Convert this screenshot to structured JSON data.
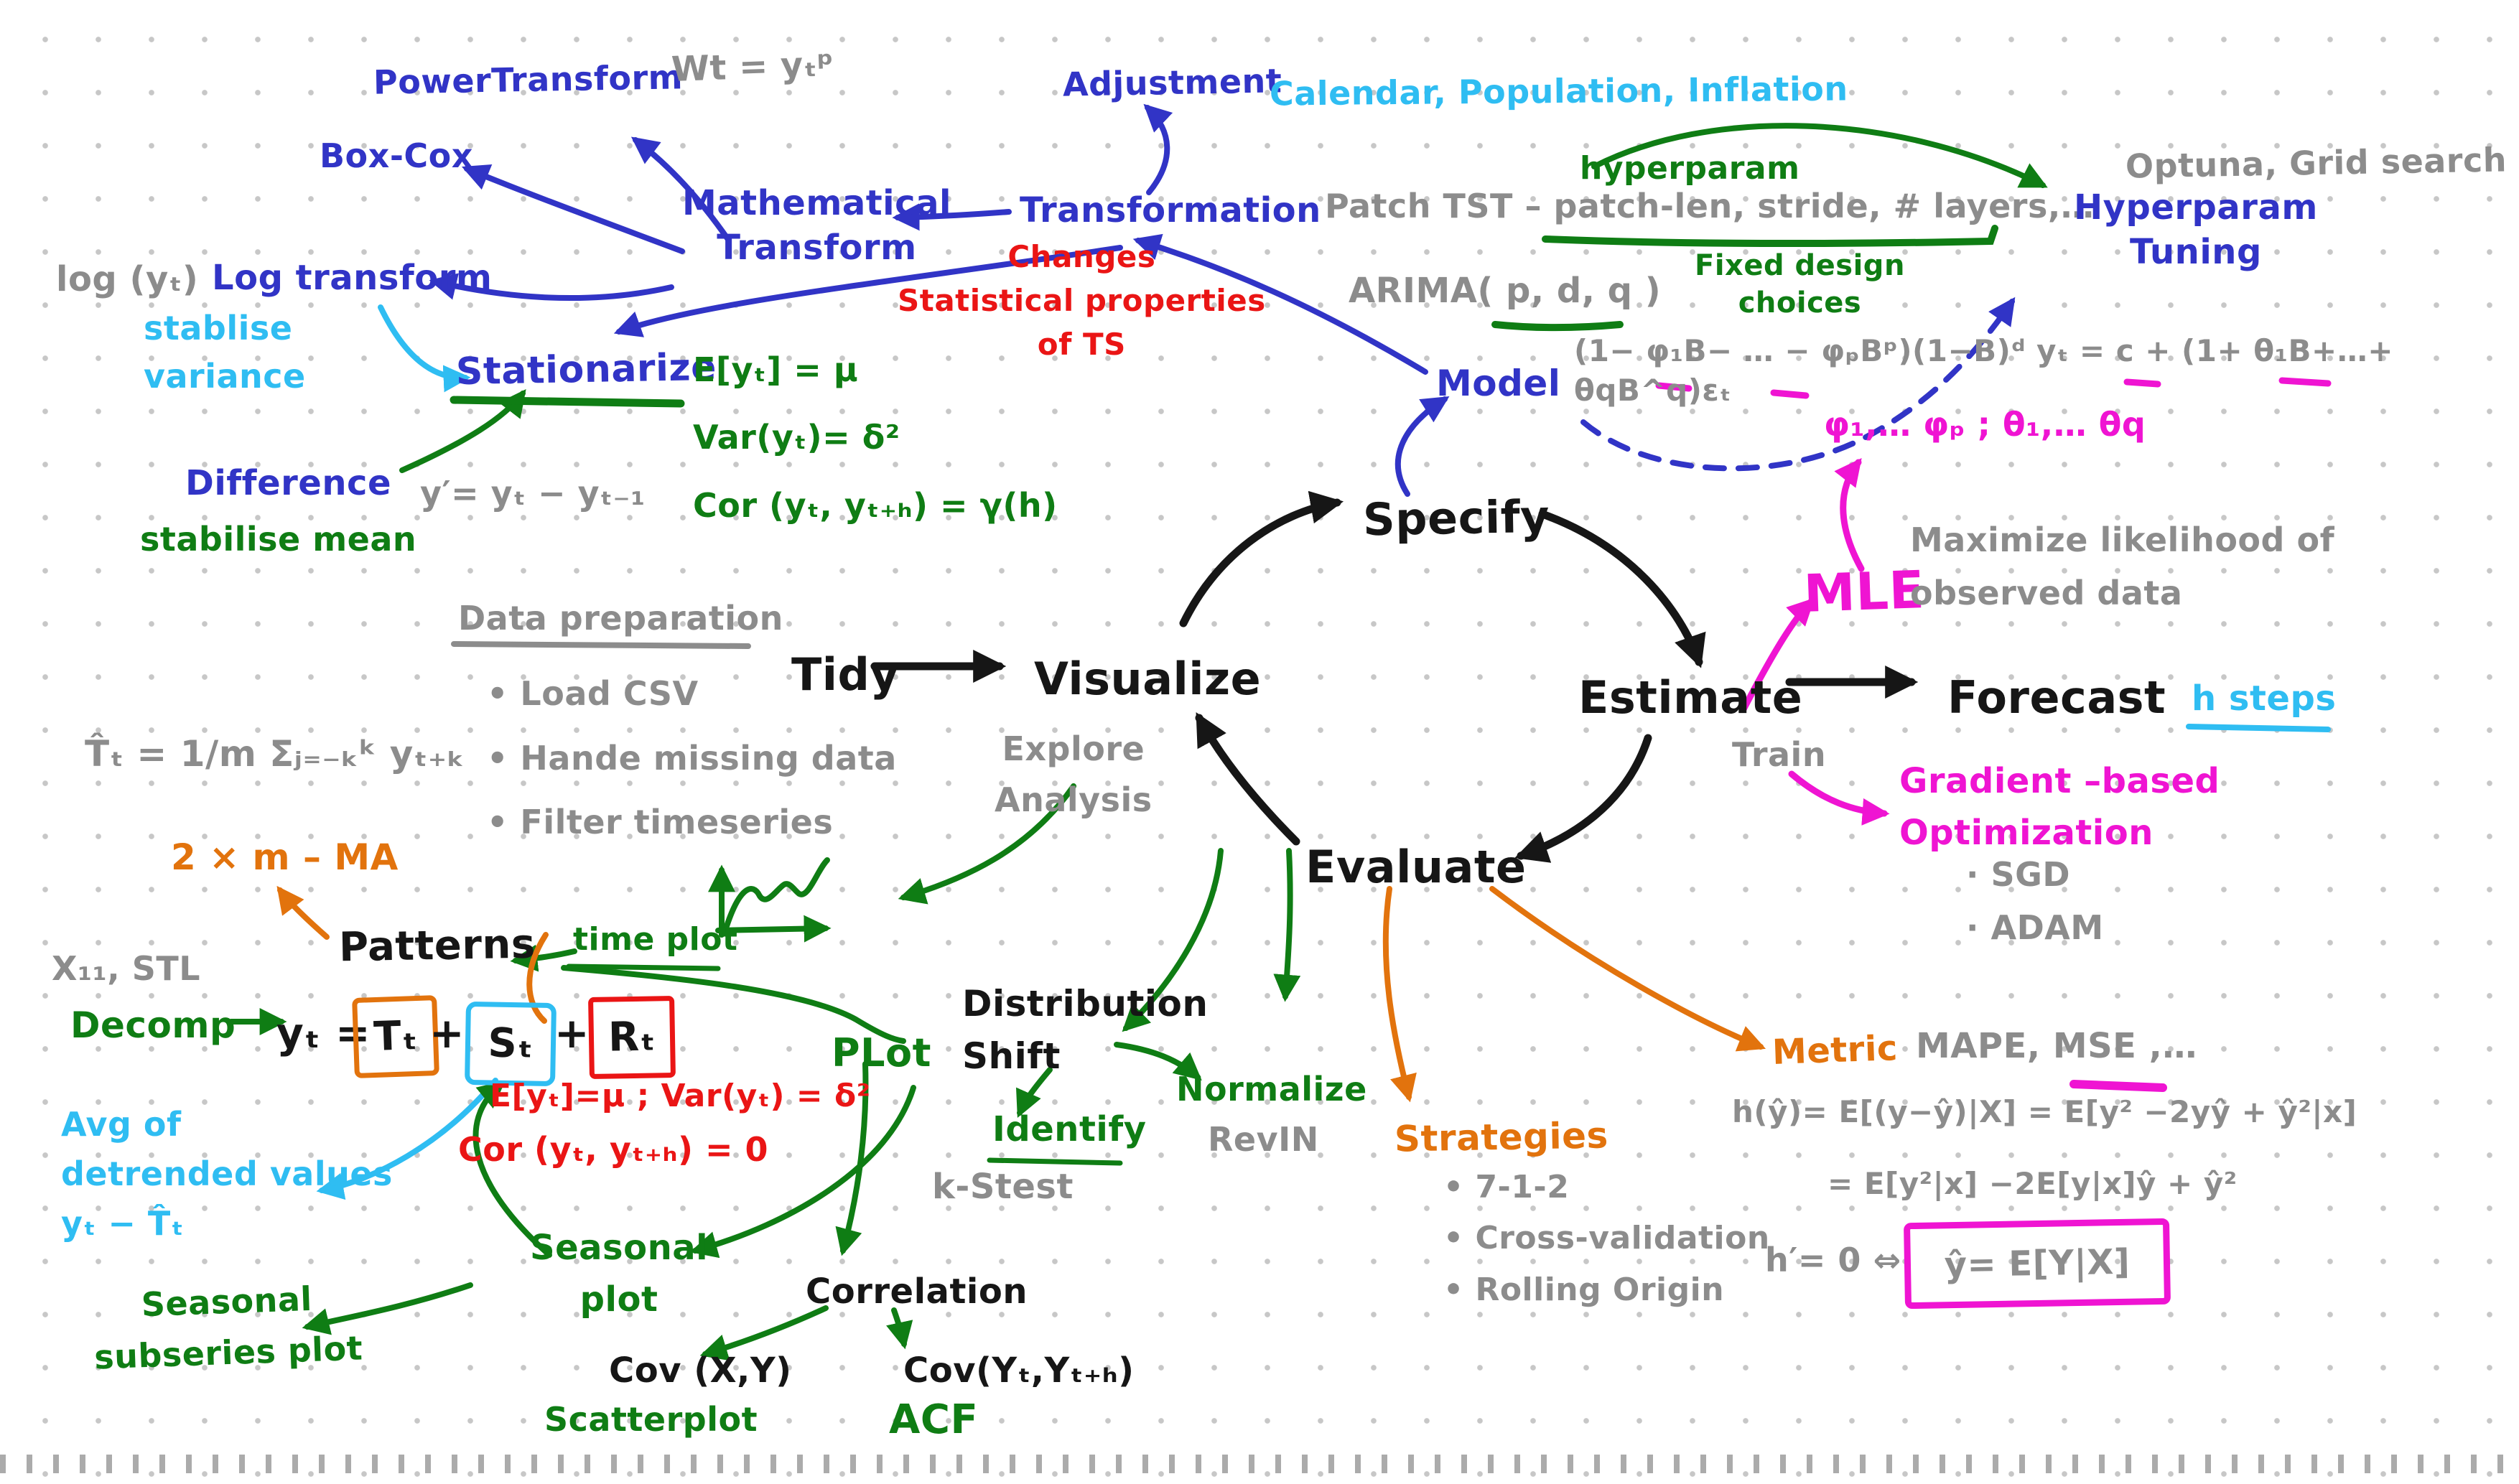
{
  "palette": {
    "blue": "#3134c6",
    "cyan": "#2fbdf2",
    "green": "#0f7d14",
    "red": "#ea1515",
    "magenta": "#ef14d2",
    "orange": "#e2730d",
    "gray": "#8c8c8c",
    "black": "#161616",
    "dot_grid": "#c7c7c7"
  },
  "nodes": {
    "power_transform": "PowerTransform",
    "power_formula": "Wt = yₜᵖ",
    "box_cox": "Box-Cox",
    "math_transform": "Mathematical\nTransform",
    "transformation": "Transformation",
    "adjustment": "Adjustment",
    "adjustment_examples": "Calendar, Population, Inflation",
    "changes_note": "Changes\nStatistical properties\nof TS",
    "log_formula": "log (yₜ)",
    "log_transform": "Log transform",
    "stablise_variance": "stablise\nvariance",
    "stationarize": "Stationarize",
    "difference": "Difference",
    "stabilise_mean": "stabilise mean",
    "diff_formula": "y′= yₜ − yₜ₋₁",
    "stationary_props": "E[yₜ] = μ\nVar(yₜ)= δ²\nCor (yₜ, yₜ₊ₕ) = γ(h)",
    "hyperparam": "hyperparam",
    "patch_tst": "Patch TST – patch-len, stride, # layers,…",
    "fixed_design": "Fixed design\nchoices",
    "arima": "ARIMA( p, d, q )",
    "optuna": "Optuna, Grid search",
    "hyperparam_tuning": "Hyperparam\nTuning",
    "model": "Model",
    "arima_formula": "(1− φ₁B− … − φₚBᵖ)(1−B)ᵈ yₜ  =  c + (1+ θ₁B+…+ θqB^q)εₜ",
    "phi_theta": "φ₁,… φₚ ;  θ₁,… θq",
    "mle": "MLE",
    "max_likelihood": "Maximize likelihood of\n      observed data",
    "specify": "Specify",
    "tidy": "Tidy",
    "visualize": "Visualize",
    "explore": "Explore\nAnalysis",
    "estimate": "Estimate",
    "forecast": "Forecast",
    "h_steps": "h steps",
    "train": "Train",
    "evaluate": "Evaluate",
    "data_prep_title": "Data preparation",
    "data_prep_items": "• Load CSV\n• Hande missing data\n• Filter timeseries",
    "gradient_opt": "Gradient –based\nOptimization",
    "optimizers": "· SGD\n· ADAM",
    "metric": "Metric",
    "metric_list": "MAPE, MSE ,…",
    "mse_formula1": "h(ŷ)= E[(y−ŷ)|X] = E[y² −2yŷ + ŷ²|x]",
    "mse_formula2": "=  E[y²|x] −2E[y|x]ŷ + ŷ²",
    "h_prime": "h′= 0  ⇔",
    "yhat_expect": "ŷ=  E[Y|X]",
    "strategies": "Strategies",
    "strategies_items": "• 7-1-2\n• Cross-validation\n• Rolling Origin",
    "ma_formula": "T̂ₜ = 1/m Σⱼ₌₋ₖᵏ yₜ₊ₖ",
    "ma_label": "2 × m – MA",
    "patterns": "Patterns",
    "time_plot": "time plot",
    "x11_stl": "X₁₁, STL",
    "decomp": "Decomp",
    "yt_eq": "yₜ =",
    "tt": "Tₜ",
    "plus1": "+",
    "st": "Sₜ",
    "plus2": "+",
    "rt": "Rₜ",
    "avg_detrended": "Avg of\ndetrended values\nyₜ − T̂ₜ",
    "red_eq1": "E[yₜ]=μ ; Var(yₜ) = δ²",
    "red_eq2": "Cor (yₜ, yₜ₊ₕ) = 0",
    "seasonal_plot": "Seasonal\nplot",
    "seasonal_subseries": "Seasonal\nsubseries plot",
    "plot": "PLot",
    "correlation": "Correlation",
    "cov_xy": "Cov (X,Y)",
    "scatterplot": "Scatterplot",
    "cov_yt": "Cov(Yₜ,Yₜ₊ₕ)",
    "acf": "ACF",
    "distribution_shift": "Distribution\n   Shift",
    "normalize": "Normalize",
    "revin": "RevIN",
    "identify": "Identify",
    "ks_test": "k-Stest"
  }
}
